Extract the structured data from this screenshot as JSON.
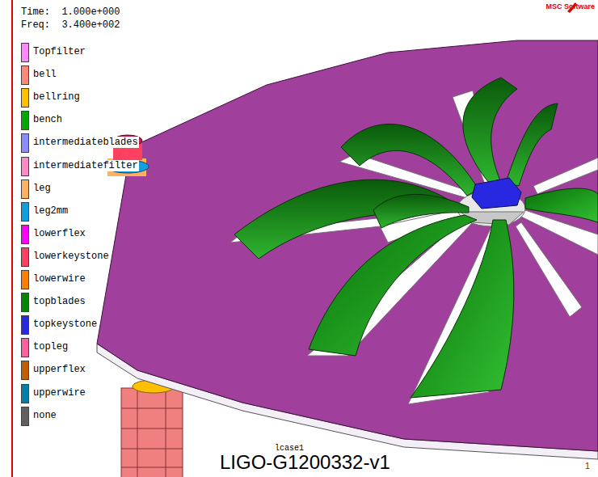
{
  "diagram": {
    "labels": [
      "Time:  1.000e+000",
      "Freq:  3.400e+002",
      "MSC Software",
      "lcase1",
      "LIGO-G1200332-v1",
      "1"
    ],
    "legend": [
      {
        "text": "Topfilter",
        "color": "#ff88ff"
      },
      {
        "text": "bell",
        "color": "#ff8878"
      },
      {
        "text": "bellring",
        "color": "#ffc000"
      },
      {
        "text": "bench",
        "color": "#00a800"
      },
      {
        "text": "intermediateblades",
        "color": "#8c8cff"
      },
      {
        "text": "intermediatefilter",
        "color": "#ff88c8"
      },
      {
        "text": "leg",
        "color": "#ffb060"
      },
      {
        "text": "leg2mm",
        "color": "#10a0e0"
      },
      {
        "text": "lowerflex",
        "color": "#ff00ff"
      },
      {
        "text": "lowerkeystone",
        "color": "#ff4060"
      },
      {
        "text": "lowerwire",
        "color": "#ff8000"
      },
      {
        "text": "topblades",
        "color": "#008800"
      },
      {
        "text": "topkeystone",
        "color": "#2828e0"
      },
      {
        "text": "topleg",
        "color": "#ff60a0"
      },
      {
        "text": "upperflex",
        "color": "#c06000"
      },
      {
        "text": "upperwire",
        "color": "#0080a8"
      },
      {
        "text": "none",
        "color": "#606060"
      }
    ]
  }
}
